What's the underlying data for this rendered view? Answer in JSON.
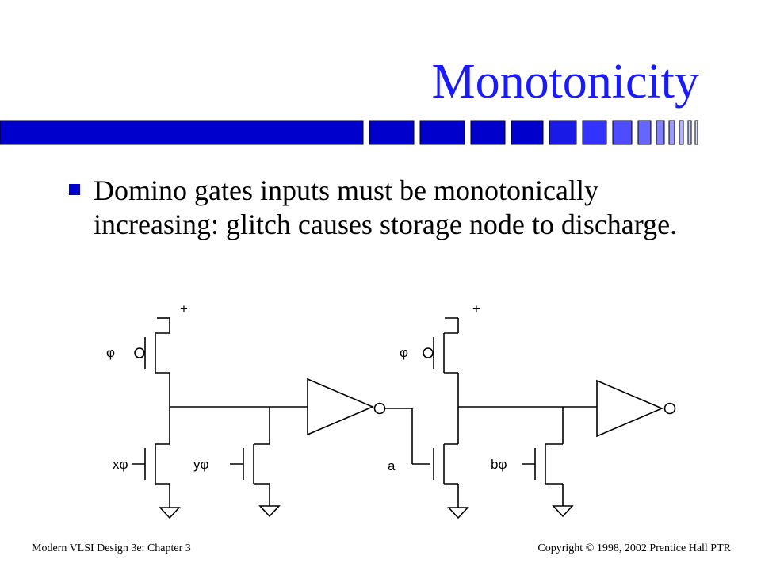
{
  "slide": {
    "title": "Monotonicity",
    "bullets": [
      "Domino gates inputs must be monotonically increasing: glitch causes storage node to discharge."
    ]
  },
  "circuit": {
    "supply_label": "+",
    "stage1": {
      "clock_label": "φ",
      "pulldown_labels": [
        "xφ",
        "yφ"
      ]
    },
    "stage2": {
      "clock_label": "φ",
      "pulldown_labels": [
        "a",
        "bφ"
      ]
    }
  },
  "footer": {
    "left": "Modern VLSI Design 3e: Chapter 3",
    "right": "Copyright © 1998, 2002 Prentice Hall PTR"
  },
  "colors": {
    "title": "#1a1aff",
    "bar_dark": "#0000cc",
    "bar_mid": "#3333ff",
    "bar_light": "#6666ff",
    "bullet": "#0000cc"
  }
}
